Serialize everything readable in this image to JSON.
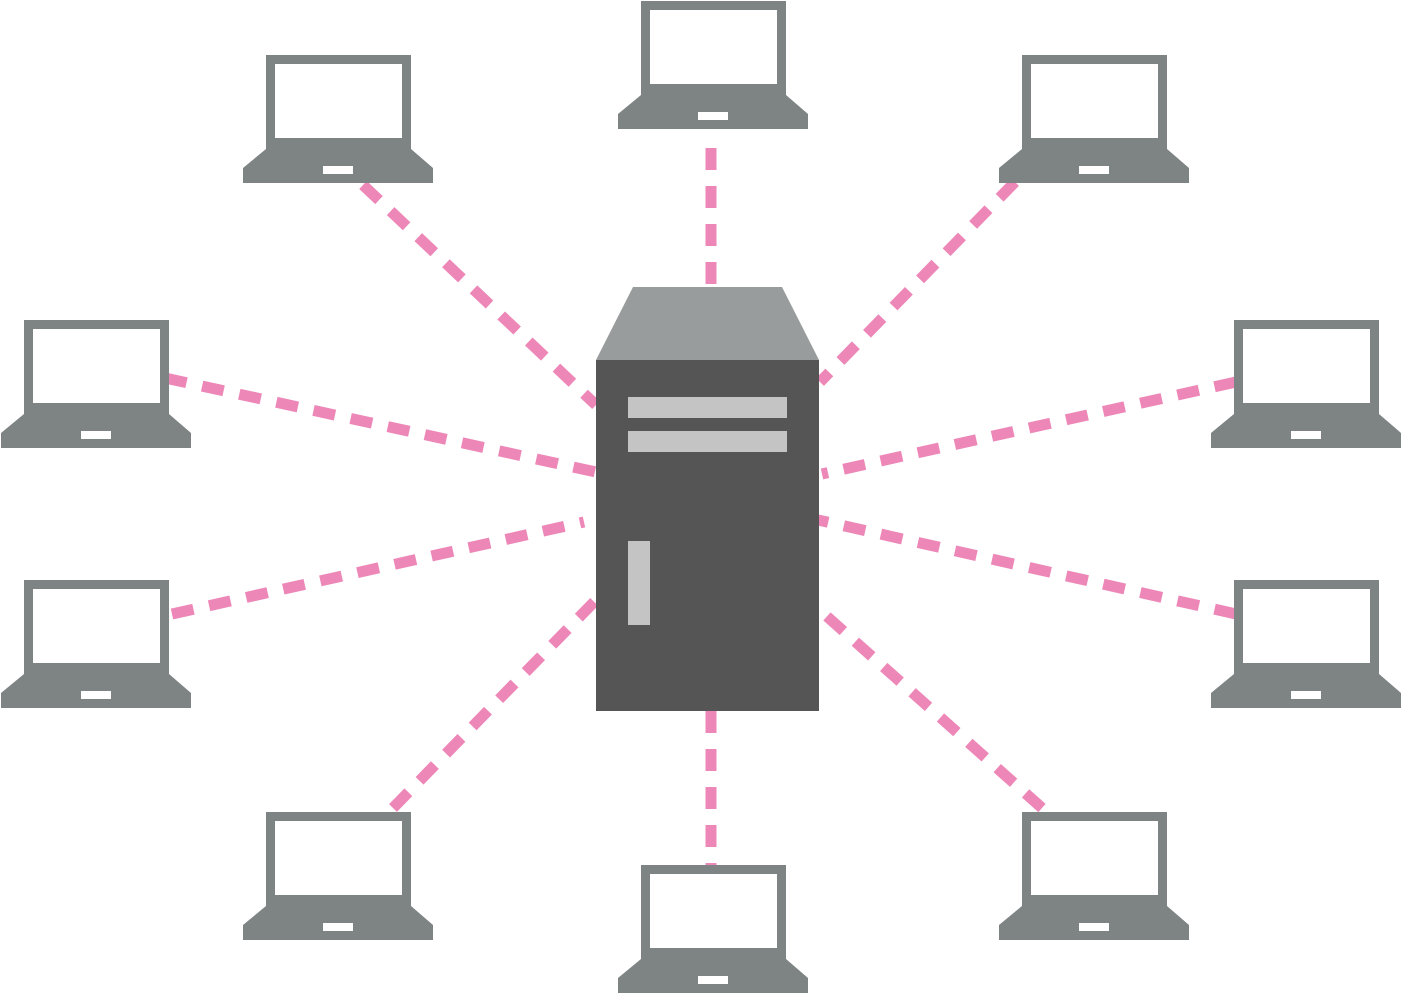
{
  "diagram": {
    "type": "star-network",
    "hub": {
      "icon": "server-tower-icon",
      "colors": {
        "top": "#989c9d",
        "body": "#555555",
        "slots": "#c3c4c3"
      }
    },
    "clients": [
      {
        "name": "client-laptop-top",
        "icon": "laptop-icon"
      },
      {
        "name": "client-laptop-upper-left",
        "icon": "laptop-icon"
      },
      {
        "name": "client-laptop-upper-right",
        "icon": "laptop-icon"
      },
      {
        "name": "client-laptop-mid-left-upper",
        "icon": "laptop-icon"
      },
      {
        "name": "client-laptop-mid-right-upper",
        "icon": "laptop-icon"
      },
      {
        "name": "client-laptop-mid-left-lower",
        "icon": "laptop-icon"
      },
      {
        "name": "client-laptop-mid-right-lower",
        "icon": "laptop-icon"
      },
      {
        "name": "client-laptop-lower-left",
        "icon": "laptop-icon"
      },
      {
        "name": "client-laptop-bottom",
        "icon": "laptop-icon"
      },
      {
        "name": "client-laptop-lower-right",
        "icon": "laptop-icon"
      }
    ],
    "colors": {
      "laptop": "#7e8384",
      "connection": "#ed87b7",
      "background": "#ffffff"
    },
    "connection_style": "dashed"
  }
}
